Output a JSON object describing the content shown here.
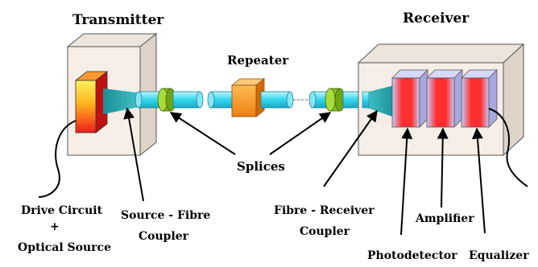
{
  "diagram": {
    "titles": {
      "transmitter": "Transmitter",
      "repeater": "Repeater",
      "receiver": "Receiver"
    },
    "labels": {
      "drive_circuit": "Drive Circuit",
      "plus": "+",
      "optical_source": "Optical Source",
      "source_fibre_coupler_1": "Source - Fibre",
      "source_fibre_coupler_2": "Coupler",
      "splices": "Splices",
      "fibre_receiver_coupler_1": "Fibre - Receiver",
      "fibre_receiver_coupler_2": "Coupler",
      "amplifier": "Amplifier",
      "photodetector": "Photodetector",
      "equalizer": "Equalizer"
    },
    "colors": {
      "box_face": "#f6eee6",
      "fibre": "#33d6f0",
      "splice": "#86c11e",
      "repeater": "#f7991c",
      "source_top": "#ffee3a",
      "source_bottom": "#ee1c1c",
      "receiver_block": "#ff2a2a",
      "receiver_block_edge": "#b8b8ee"
    }
  }
}
